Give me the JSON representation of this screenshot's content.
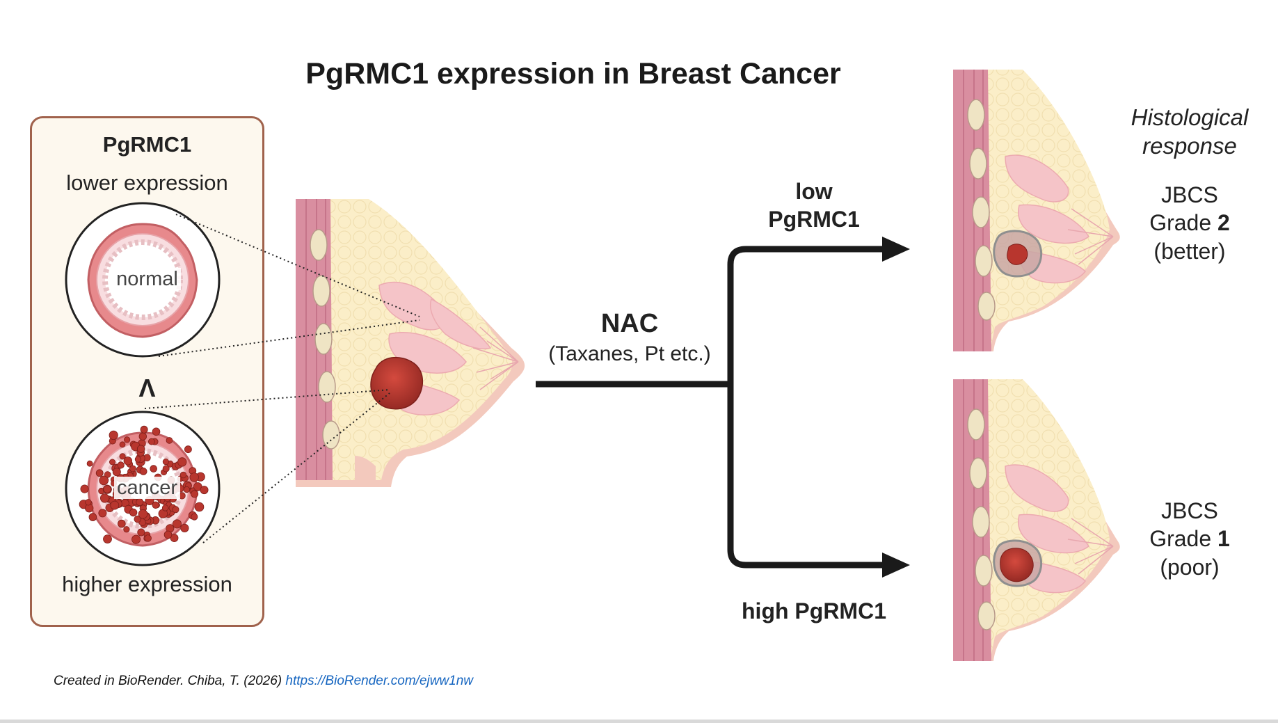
{
  "title": "PgRMC1 expression in Breast Cancer",
  "legend_box": {
    "heading": "PgRMC1",
    "lower_label": "lower expression",
    "normal_label": "normal",
    "comparison_symbol": "Λ",
    "cancer_label": "cancer",
    "higher_label": "higher expression"
  },
  "treatment": {
    "name": "NAC",
    "detail": "(Taxanes, Pt etc.)"
  },
  "branches": {
    "low_label_line1": "low",
    "low_label_line2": "PgRMC1",
    "high_label": "high PgRMC1"
  },
  "response": {
    "heading_line1": "Histological",
    "heading_line2": "response",
    "better": {
      "line1": "JBCS",
      "line2_prefix": "Grade ",
      "grade": "2",
      "line3": "(better)"
    },
    "poor": {
      "line1": "JBCS",
      "line2_prefix": "Grade ",
      "grade": "1",
      "line3": "(poor)"
    }
  },
  "caption": {
    "text": "Created in BioRender. Chiba, T. (2026) ",
    "link": "https://BioRender.com/ejww1nw"
  },
  "colors": {
    "tumor": "#b8362e",
    "skin": "#f3c9bd",
    "fat": "#fbeec8",
    "gland": "#f5c4c8",
    "muscle": "#d98ea0",
    "panel_border": "#a0624c",
    "link": "#1565c0"
  }
}
